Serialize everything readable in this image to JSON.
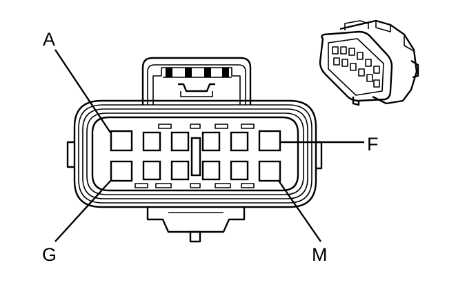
{
  "labels": {
    "a": "A",
    "f": "F",
    "g": "G",
    "m": "M"
  }
}
